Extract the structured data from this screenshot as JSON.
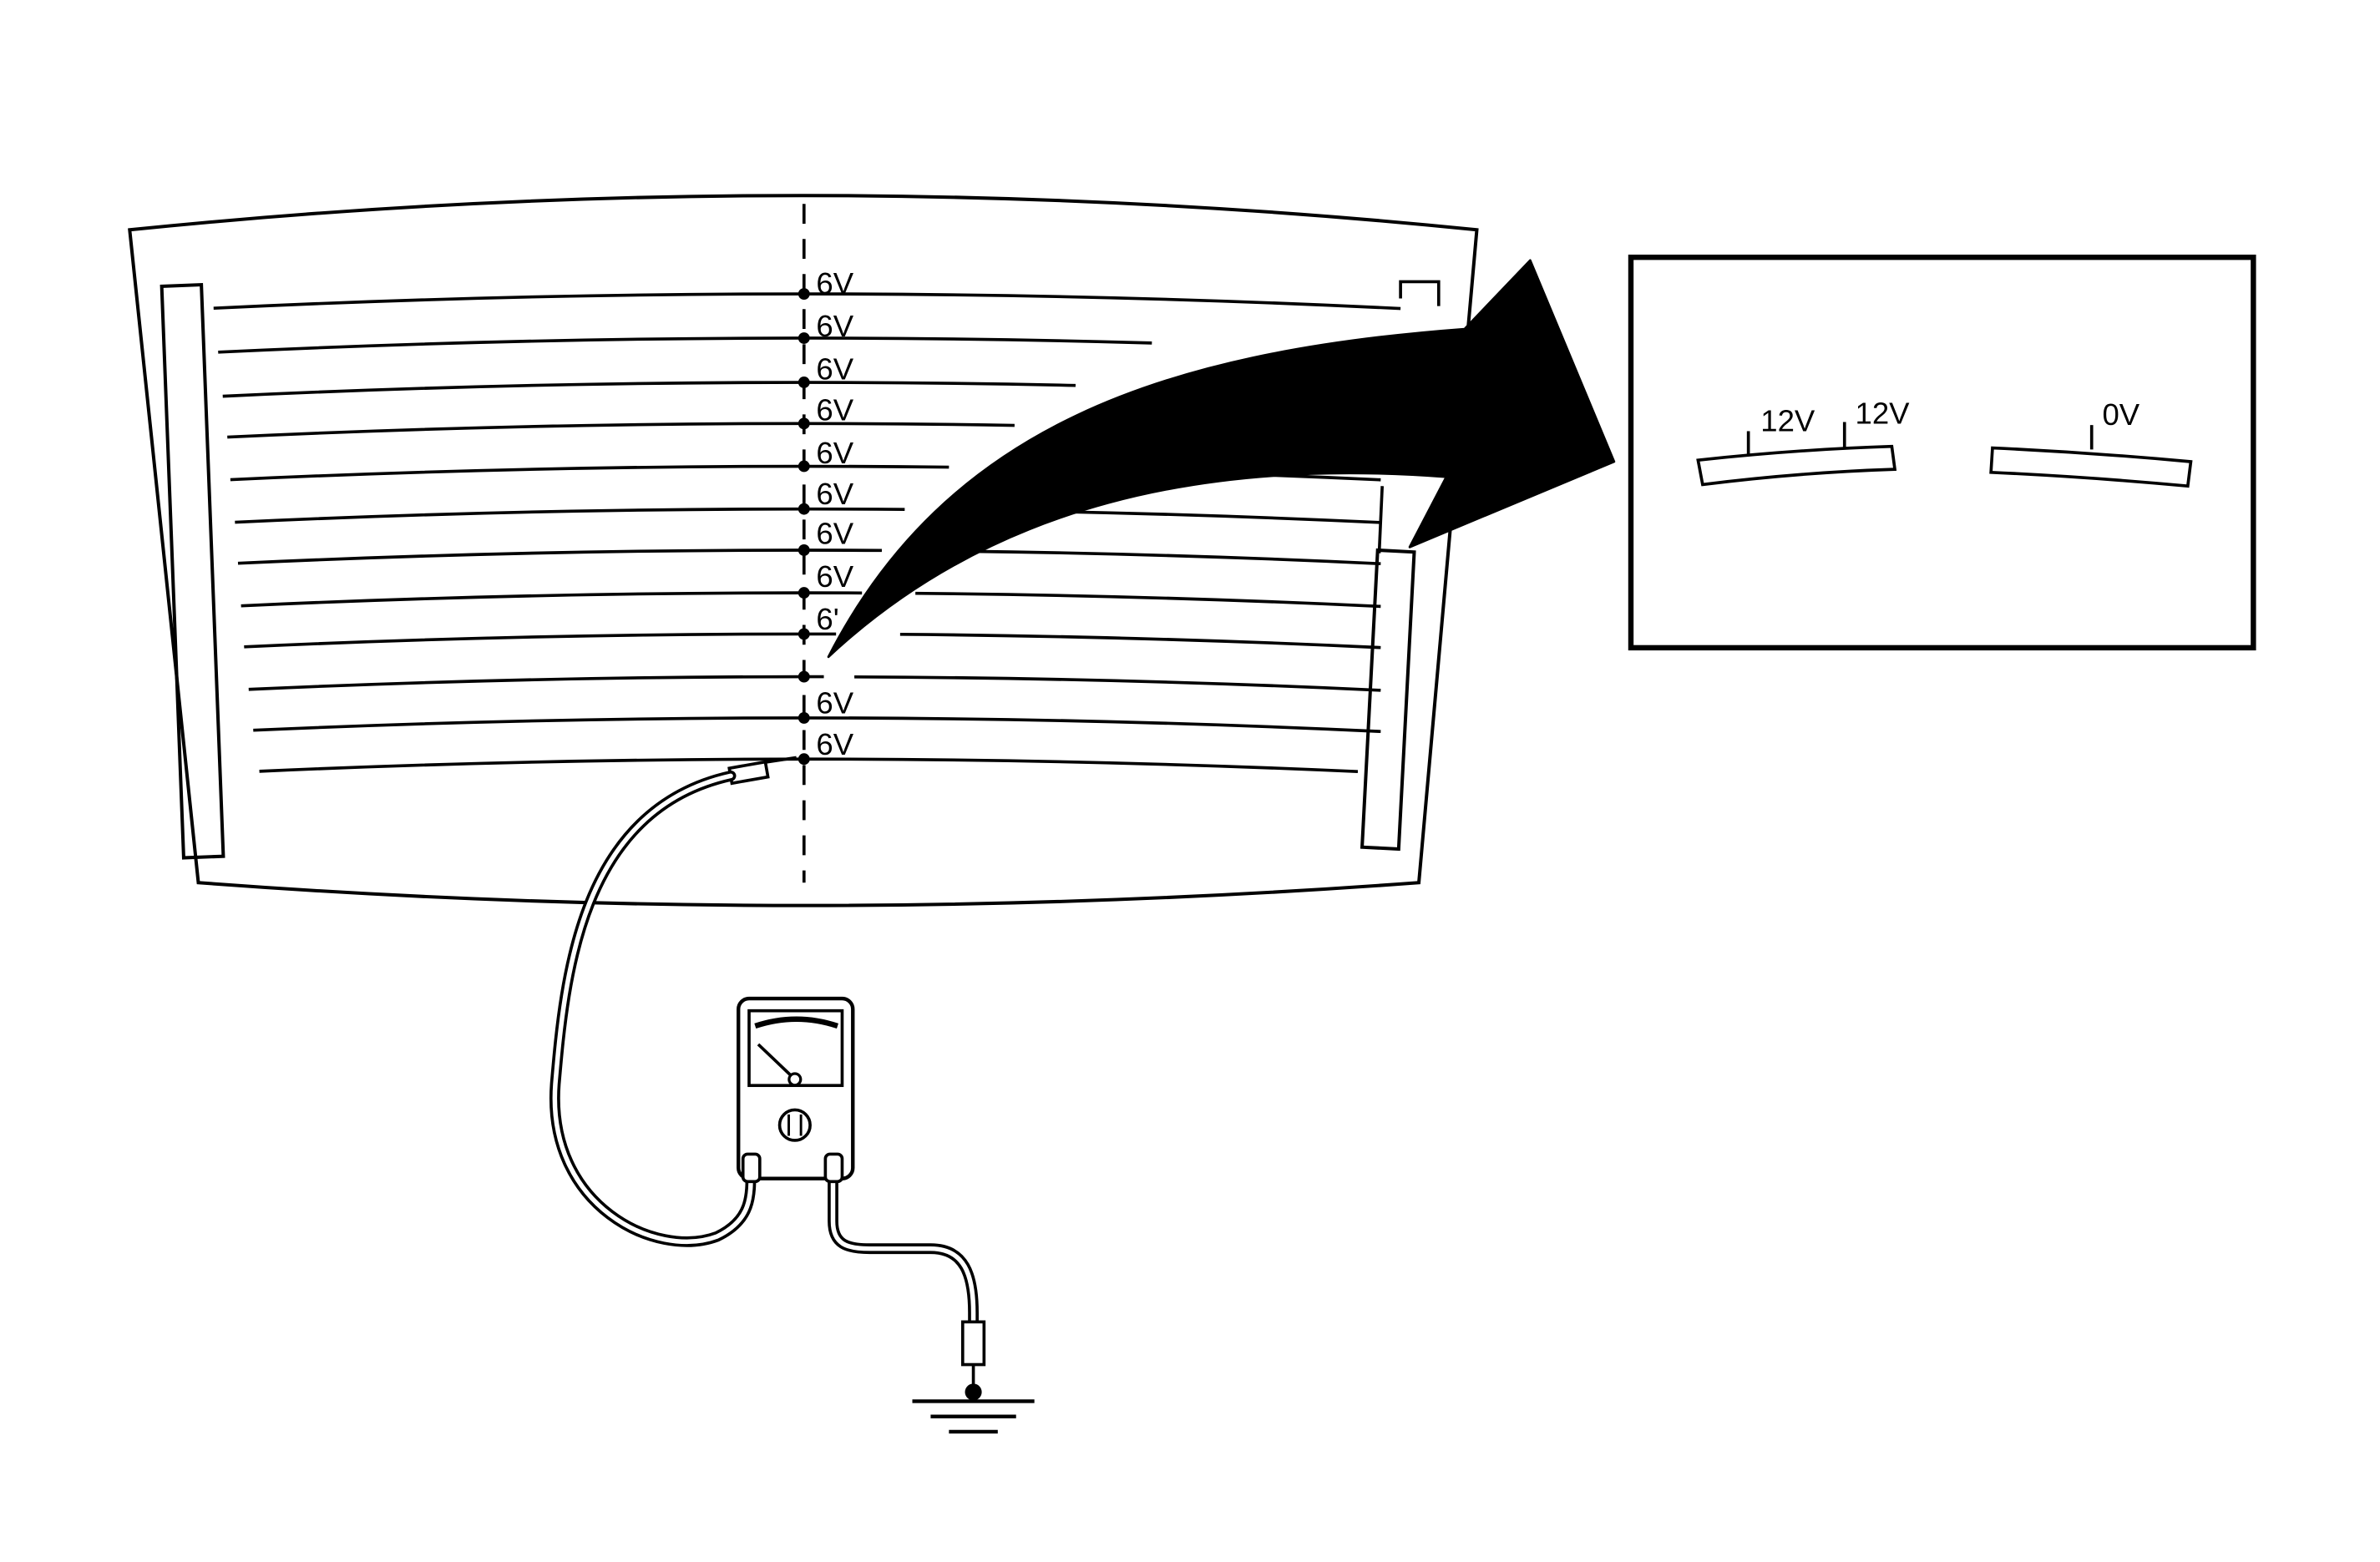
{
  "center_labels": [
    "6V",
    "6V",
    "6V",
    "6V",
    "6V",
    "6V",
    "6V",
    "6V",
    "6'",
    "",
    "6V",
    "6V"
  ],
  "inset": {
    "left_tick_a": "12V",
    "left_tick_b": "12V",
    "right_tick": "0V"
  },
  "colors": {
    "ink": "#000000",
    "paper": "#ffffff"
  }
}
